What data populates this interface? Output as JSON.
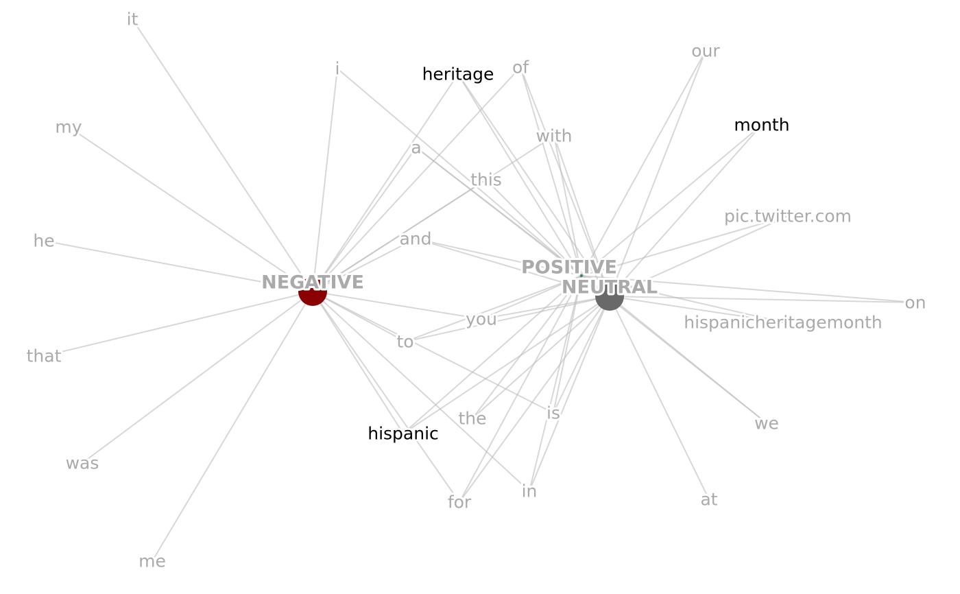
{
  "colors": {
    "negative": "#8b0000",
    "positive": "#2e8b57",
    "neutral": "#696969",
    "edge": "#bdbdbd",
    "word_muted": "#aaaaaa",
    "word_highlight": "#000000"
  },
  "sentiments": [
    {
      "id": "NEGATIVE",
      "label": "NEGATIVE"
    },
    {
      "id": "POSITIVE",
      "label": "POSITIVE"
    },
    {
      "id": "NEUTRAL",
      "label": "NEUTRAL"
    }
  ],
  "words": [
    {
      "id": "it",
      "label": "it",
      "highlight": false
    },
    {
      "id": "i",
      "label": "i",
      "highlight": false
    },
    {
      "id": "heritage",
      "label": "heritage",
      "highlight": true
    },
    {
      "id": "of",
      "label": "of",
      "highlight": false
    },
    {
      "id": "our",
      "label": "our",
      "highlight": false
    },
    {
      "id": "my",
      "label": "my",
      "highlight": false
    },
    {
      "id": "a",
      "label": "a",
      "highlight": false
    },
    {
      "id": "with",
      "label": "with",
      "highlight": false
    },
    {
      "id": "month",
      "label": "month",
      "highlight": true
    },
    {
      "id": "this",
      "label": "this",
      "highlight": false
    },
    {
      "id": "pic",
      "label": "pic.twitter.com",
      "highlight": false
    },
    {
      "id": "he",
      "label": "he",
      "highlight": false
    },
    {
      "id": "and",
      "label": "and",
      "highlight": false
    },
    {
      "id": "on",
      "label": "on",
      "highlight": false
    },
    {
      "id": "hhm",
      "label": "hispanicheritagemonth",
      "highlight": false
    },
    {
      "id": "you",
      "label": "you",
      "highlight": false
    },
    {
      "id": "to",
      "label": "to",
      "highlight": false
    },
    {
      "id": "that",
      "label": "that",
      "highlight": false
    },
    {
      "id": "the",
      "label": "the",
      "highlight": false
    },
    {
      "id": "is",
      "label": "is",
      "highlight": false
    },
    {
      "id": "we",
      "label": "we",
      "highlight": false
    },
    {
      "id": "hispanic",
      "label": "hispanic",
      "highlight": true
    },
    {
      "id": "was",
      "label": "was",
      "highlight": false
    },
    {
      "id": "for",
      "label": "for",
      "highlight": false
    },
    {
      "id": "in",
      "label": "in",
      "highlight": false
    },
    {
      "id": "at",
      "label": "at",
      "highlight": false
    },
    {
      "id": "me",
      "label": "me",
      "highlight": false
    }
  ],
  "edges": [
    [
      "NEGATIVE",
      "it"
    ],
    [
      "NEGATIVE",
      "i"
    ],
    [
      "NEGATIVE",
      "my"
    ],
    [
      "NEGATIVE",
      "he"
    ],
    [
      "NEGATIVE",
      "that"
    ],
    [
      "NEGATIVE",
      "was"
    ],
    [
      "NEGATIVE",
      "me"
    ],
    [
      "NEGATIVE",
      "heritage"
    ],
    [
      "NEGATIVE",
      "of"
    ],
    [
      "NEGATIVE",
      "a"
    ],
    [
      "NEGATIVE",
      "and"
    ],
    [
      "NEGATIVE",
      "this"
    ],
    [
      "NEGATIVE",
      "with"
    ],
    [
      "NEGATIVE",
      "you"
    ],
    [
      "NEGATIVE",
      "to"
    ],
    [
      "NEGATIVE",
      "hispanic"
    ],
    [
      "NEGATIVE",
      "for"
    ],
    [
      "NEGATIVE",
      "in"
    ],
    [
      "NEGATIVE",
      "is"
    ],
    [
      "POSITIVE",
      "i"
    ],
    [
      "POSITIVE",
      "a"
    ],
    [
      "POSITIVE",
      "heritage"
    ],
    [
      "POSITIVE",
      "of"
    ],
    [
      "POSITIVE",
      "with"
    ],
    [
      "POSITIVE",
      "this"
    ],
    [
      "POSITIVE",
      "and"
    ],
    [
      "POSITIVE",
      "our"
    ],
    [
      "POSITIVE",
      "month"
    ],
    [
      "POSITIVE",
      "pic"
    ],
    [
      "POSITIVE",
      "hhm"
    ],
    [
      "POSITIVE",
      "on"
    ],
    [
      "POSITIVE",
      "you"
    ],
    [
      "POSITIVE",
      "to"
    ],
    [
      "POSITIVE",
      "the"
    ],
    [
      "POSITIVE",
      "is"
    ],
    [
      "POSITIVE",
      "hispanic"
    ],
    [
      "POSITIVE",
      "for"
    ],
    [
      "POSITIVE",
      "in"
    ],
    [
      "POSITIVE",
      "we"
    ],
    [
      "NEUTRAL",
      "a"
    ],
    [
      "NEUTRAL",
      "heritage"
    ],
    [
      "NEUTRAL",
      "of"
    ],
    [
      "NEUTRAL",
      "with"
    ],
    [
      "NEUTRAL",
      "and"
    ],
    [
      "NEUTRAL",
      "our"
    ],
    [
      "NEUTRAL",
      "month"
    ],
    [
      "NEUTRAL",
      "pic"
    ],
    [
      "NEUTRAL",
      "hhm"
    ],
    [
      "NEUTRAL",
      "on"
    ],
    [
      "NEUTRAL",
      "you"
    ],
    [
      "NEUTRAL",
      "to"
    ],
    [
      "NEUTRAL",
      "the"
    ],
    [
      "NEUTRAL",
      "is"
    ],
    [
      "NEUTRAL",
      "hispanic"
    ],
    [
      "NEUTRAL",
      "for"
    ],
    [
      "NEUTRAL",
      "in"
    ],
    [
      "NEUTRAL",
      "we"
    ],
    [
      "NEUTRAL",
      "at"
    ]
  ]
}
